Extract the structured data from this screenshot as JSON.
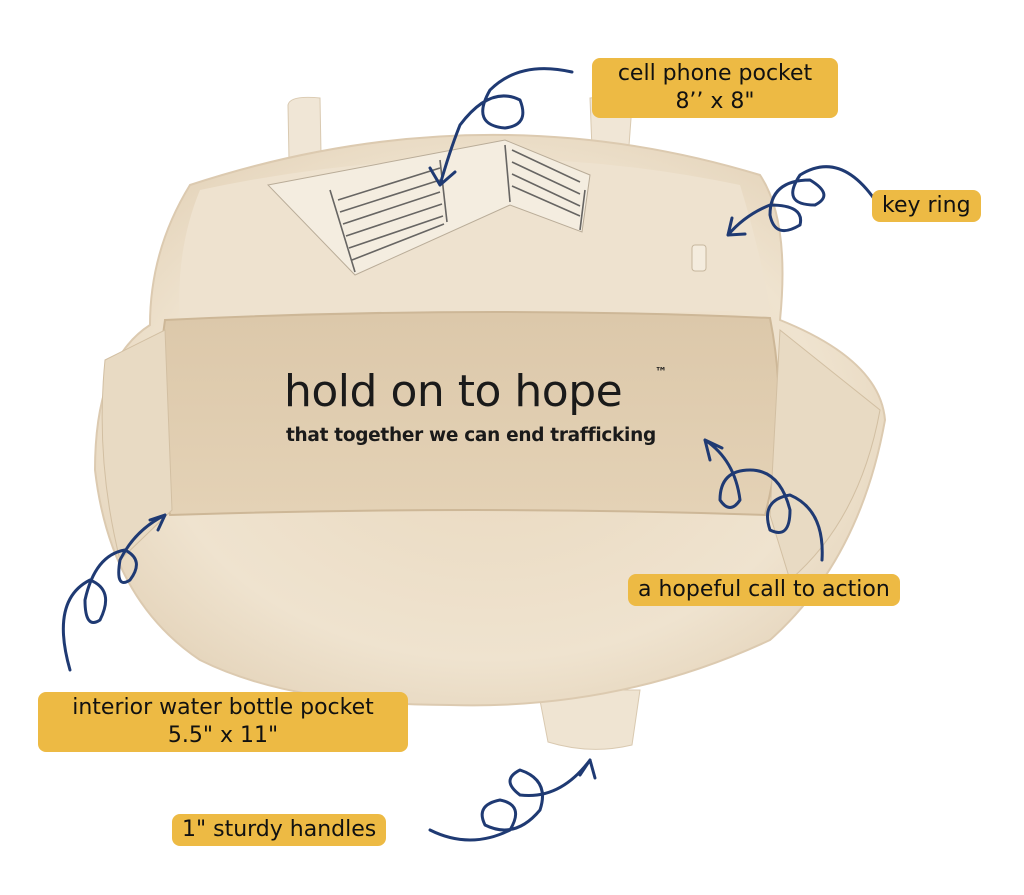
{
  "image": {
    "subject": "canvas tote bag interior view",
    "colors": {
      "label_bg": "#EDBA44",
      "label_text": "#111111",
      "arrow": "#1F3A73",
      "canvas_light": "#F1E6D3",
      "canvas_mid": "#E6D5BC",
      "canvas_shadow": "#CDB797",
      "print": "#1A1A1A"
    }
  },
  "bag_print": {
    "headline": "hold on to hope",
    "trademark": "™",
    "tagline": "that together we can end trafficking"
  },
  "callouts": [
    {
      "id": "cell-phone-pocket",
      "line1": "cell phone pocket",
      "line2": "8’’ x 8\""
    },
    {
      "id": "key-ring",
      "line1": "key ring"
    },
    {
      "id": "call-to-action",
      "line1": "a hopeful call to action"
    },
    {
      "id": "water-bottle-pocket",
      "line1": "interior water bottle pocket",
      "line2": "5.5\" x 11\""
    },
    {
      "id": "handles",
      "line1": "1\" sturdy handles"
    }
  ]
}
